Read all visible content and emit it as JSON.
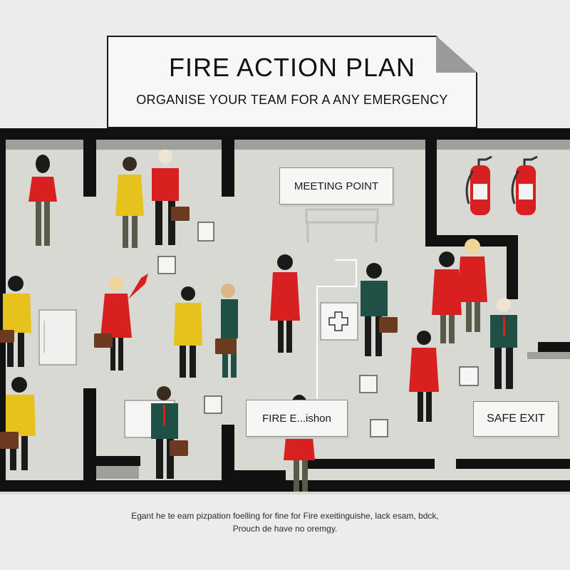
{
  "sign": {
    "title": "FIRE ACTION PLAN",
    "subtitle": "ORGANISE YOUR TEAM FOR A ANY EMERGENCY"
  },
  "labels": {
    "meeting_point": "MEETING POINT",
    "fire_station": "FIRE E...ishon",
    "safe_exit": "SAFE EXIT"
  },
  "caption": {
    "line1": "Egant he te eam pizpation foelling for fine for Fire exeitinguishe, lack esam, bdck,",
    "line2": "Prouch de have no oremgy."
  },
  "colors": {
    "wall": "#111111",
    "floor": "#d9d9d3",
    "red": "#d92020",
    "yellow": "#e8c21c",
    "teal": "#1f4f45"
  },
  "icons": [
    "fire-extinguisher-icon",
    "first-aid-cross-icon",
    "safety-sign-icon",
    "briefcase-icon"
  ]
}
